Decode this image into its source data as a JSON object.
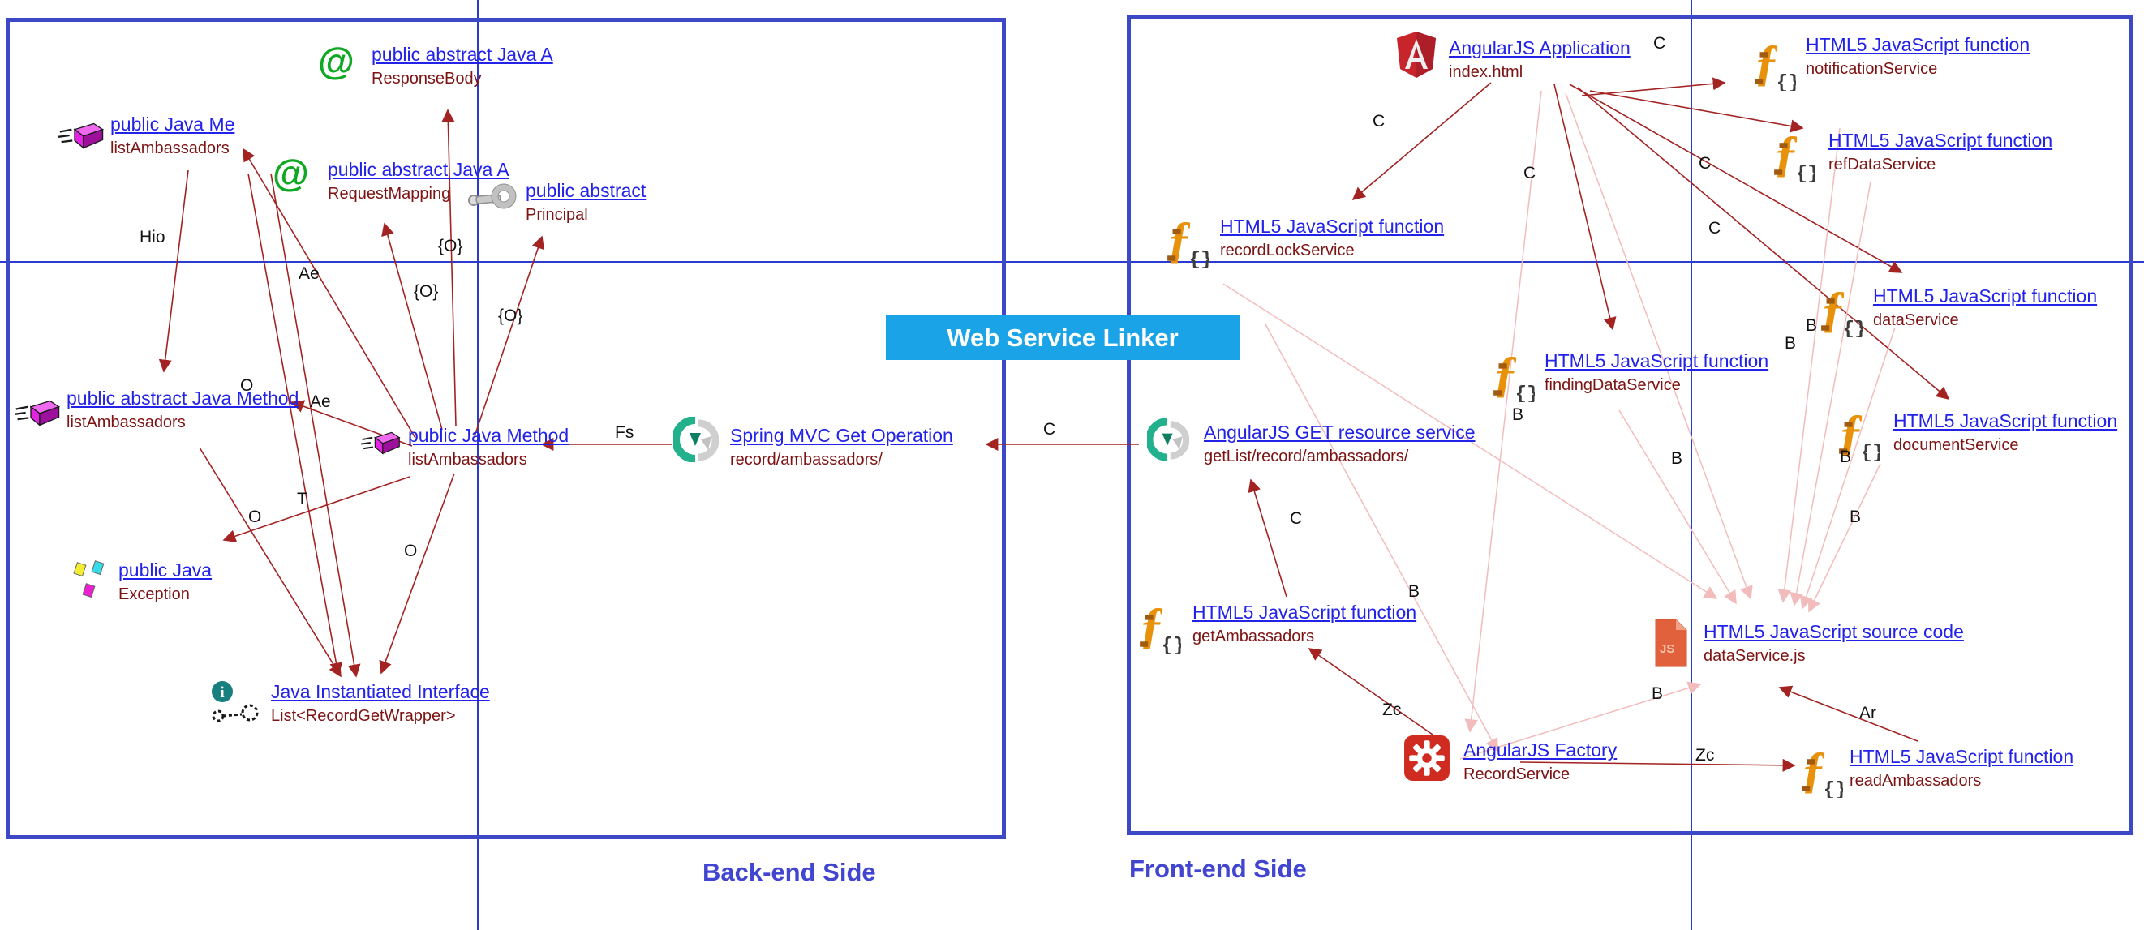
{
  "linker_label": "Web Service Linker",
  "colors": {
    "panel_border": "#3c48c6",
    "banner_bg": "#1aa3e6",
    "title_link": "#2222e8",
    "subtitle": "#7d1414",
    "edge": "#a32222",
    "edge_faded": "#f2bcbc",
    "caption": "#4145cf",
    "crosshair": "#2b3bd0"
  },
  "back_panel": {
    "caption": "Back-end Side",
    "nodes": [
      {
        "title": "public Java Me",
        "subtitle": "listAmbassadors",
        "icon": "java-method-icon"
      },
      {
        "title": "public abstract Java A",
        "subtitle": "ResponseBody",
        "icon": "annotation-icon"
      },
      {
        "title": "public abstract Java A",
        "subtitle": "RequestMapping",
        "icon": "annotation-icon"
      },
      {
        "title": "public abstract",
        "subtitle": "Principal",
        "icon": "key-icon"
      },
      {
        "title": "public abstract Java Method",
        "subtitle": "listAmbassadors",
        "icon": "java-method-icon"
      },
      {
        "title": "public Java Method",
        "subtitle": "listAmbassadors",
        "icon": "java-method-icon"
      },
      {
        "title": "public Java",
        "subtitle": "Exception",
        "icon": "exception-icon"
      },
      {
        "title": "Java Instantiated Interface",
        "subtitle": "List<RecordGetWrapper>",
        "icon": "interface-key-icon"
      },
      {
        "title": "Spring MVC Get Operation",
        "subtitle": "record/ambassadors/",
        "icon": "get-operation-icon"
      }
    ]
  },
  "front_panel": {
    "caption": "Front-end Side",
    "nodes": [
      {
        "title": "AngularJS Application",
        "subtitle": "index.html",
        "icon": "angular-shield-icon"
      },
      {
        "title": "HTML5 JavaScript function",
        "subtitle": "notificationService",
        "icon": "js-function-icon"
      },
      {
        "title": "HTML5 JavaScript function",
        "subtitle": "refDataService",
        "icon": "js-function-icon"
      },
      {
        "title": "HTML5 JavaScript function",
        "subtitle": "recordLockService",
        "icon": "js-function-icon"
      },
      {
        "title": "HTML5 JavaScript function",
        "subtitle": "findingDataService",
        "icon": "js-function-icon"
      },
      {
        "title": "HTML5 JavaScript function",
        "subtitle": "dataService",
        "icon": "js-function-icon"
      },
      {
        "title": "HTML5 JavaScript function",
        "subtitle": "documentService",
        "icon": "js-function-icon"
      },
      {
        "title": "AngularJS GET resource service",
        "subtitle": "getList/record/ambassadors/",
        "icon": "get-operation-icon"
      },
      {
        "title": "HTML5 JavaScript function",
        "subtitle": "getAmbassadors",
        "icon": "js-function-icon"
      },
      {
        "title": "HTML5 JavaScript source code",
        "subtitle": "dataService.js",
        "icon": "js-source-icon"
      },
      {
        "title": "AngularJS Factory",
        "subtitle": "RecordService",
        "icon": "angular-factory-icon"
      },
      {
        "title": "HTML5 JavaScript function",
        "subtitle": "readAmbassadors",
        "icon": "js-function-icon"
      }
    ]
  },
  "edge_labels": [
    {
      "text": "Hio"
    },
    {
      "text": "Ae"
    },
    {
      "text": "{O}"
    },
    {
      "text": "{O}"
    },
    {
      "text": "{O}"
    },
    {
      "text": "O"
    },
    {
      "text": "Ae"
    },
    {
      "text": "O"
    },
    {
      "text": "T"
    },
    {
      "text": "O"
    },
    {
      "text": "Fs"
    },
    {
      "text": "C"
    },
    {
      "text": "C"
    },
    {
      "text": "C"
    },
    {
      "text": "C"
    },
    {
      "text": "C"
    },
    {
      "text": "C"
    },
    {
      "text": "C"
    },
    {
      "text": "B"
    },
    {
      "text": "B"
    },
    {
      "text": "B"
    },
    {
      "text": "B"
    },
    {
      "text": "B"
    },
    {
      "text": "B"
    },
    {
      "text": "B"
    },
    {
      "text": "B"
    },
    {
      "text": "Zc"
    },
    {
      "text": "Zc"
    },
    {
      "text": "Ar"
    }
  ]
}
